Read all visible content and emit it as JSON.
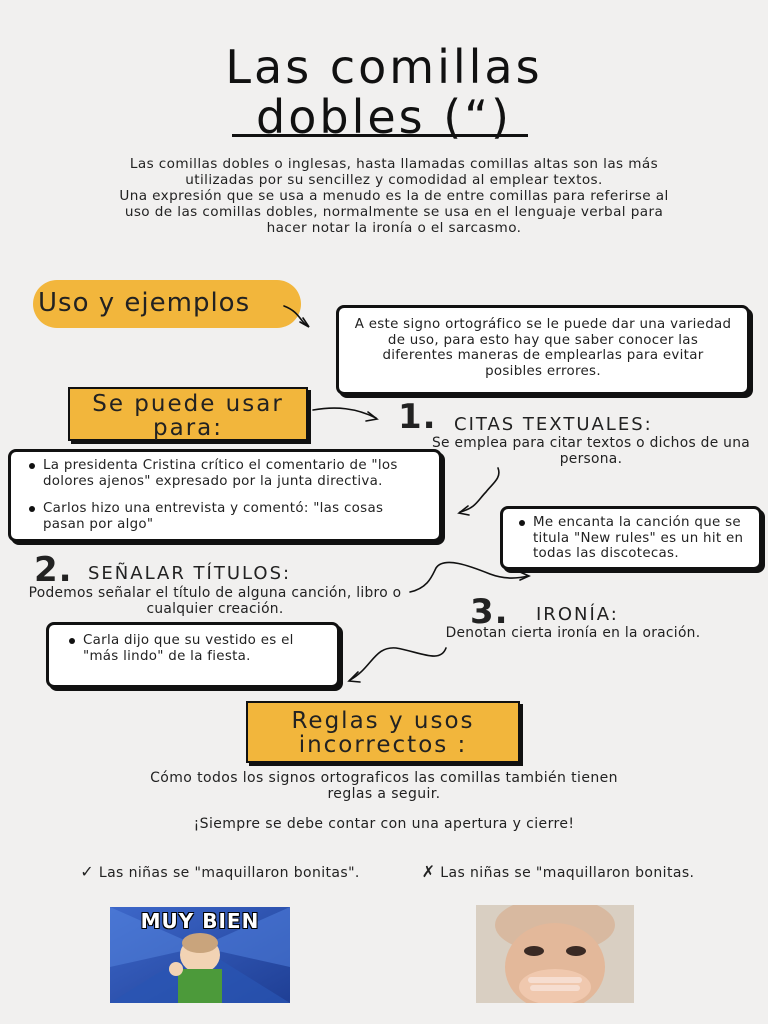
{
  "title": {
    "line1": "Las comillas",
    "line2": "dobles (“)"
  },
  "intro": {
    "p1": "Las comillas dobles o inglesas, hasta llamadas comillas altas son las más utilizadas por su sencillez y comodidad al emplear textos.",
    "p2": "Una expresión que se usa a menudo es la de entre comillas para referirse al uso de las comillas dobles, normalmente se usa en el lenguaje verbal para hacer notar la ironía o el sarcasmo."
  },
  "uso": {
    "heading": "Uso y ejemplos",
    "box": "A este signo ortográfico se le puede dar una variedad de uso, para esto hay que saber conocer las diferentes maneras de emplearlas para evitar posibles errores."
  },
  "se_puede": {
    "label_line1": "Se puede usar",
    "label_line2": "para:"
  },
  "citas": {
    "number": "1.",
    "heading": "CITAS TEXTUALES:",
    "desc": "Se emplea para citar textos o dichos de una persona.",
    "examples": [
      "La presidenta Cristina crítico el comentario de \"los dolores ajenos\" expresado por la junta directiva.",
      "Carlos hizo una entrevista y comentó: \"las cosas pasan por algo\""
    ]
  },
  "titulos": {
    "number": "2.",
    "heading": "SEÑALAR TÍTULOS:",
    "desc": "Podemos señalar el título de alguna canción, libro o cualquier creación.",
    "example": "Me encanta la canción que se titula \"New rules\" es un hit en todas las discotecas."
  },
  "ironia": {
    "number": "3.",
    "heading": "IRONÍA:",
    "desc": "Denotan cierta ironía en la oración.",
    "example": "Carla dijo que su vestido es el \"más lindo\" de la fiesta."
  },
  "reglas": {
    "label_line1": "Reglas y usos",
    "label_line2": "incorrectos :",
    "p1": "Cómo todos los signos ortograficos las comillas también tienen reglas a seguir.",
    "p2": "¡Siempre se debe contar con una apertura y cierre!",
    "correct_mark": "✓",
    "correct": "Las niñas se \"maquillaron bonitas\".",
    "wrong_mark": "✗",
    "wrong": "Las niñas se \"maquillaron bonitas.",
    "meme_text": "MUY BIEN"
  },
  "colors": {
    "accent": "#f2b63c",
    "background": "#f1f0ef",
    "ink": "#111111"
  }
}
